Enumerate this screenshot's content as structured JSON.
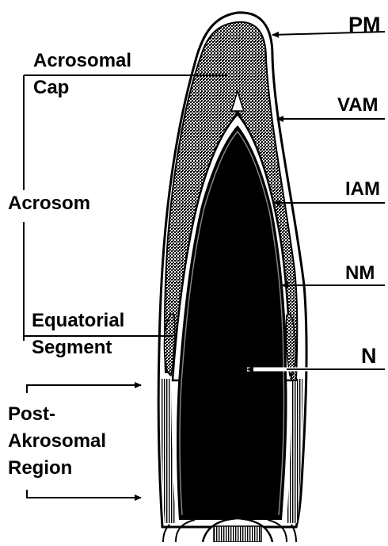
{
  "labels": {
    "pm": "PM",
    "vam": "VAM",
    "iam": "IAM",
    "nm": "NM",
    "n": "N",
    "acrosomal_cap_line1": "Acrosomal",
    "acrosomal_cap_line2": "Cap",
    "acrosom": "Acrosom",
    "equatorial_line1": "Equatorial",
    "equatorial_line2": "Segment",
    "post_line1": "Post-",
    "post_line2": "Akrosomal",
    "post_line3": "Region"
  },
  "colors": {
    "ink": "#000000",
    "paper": "#ffffff",
    "stipple": "#a8a8a8"
  }
}
